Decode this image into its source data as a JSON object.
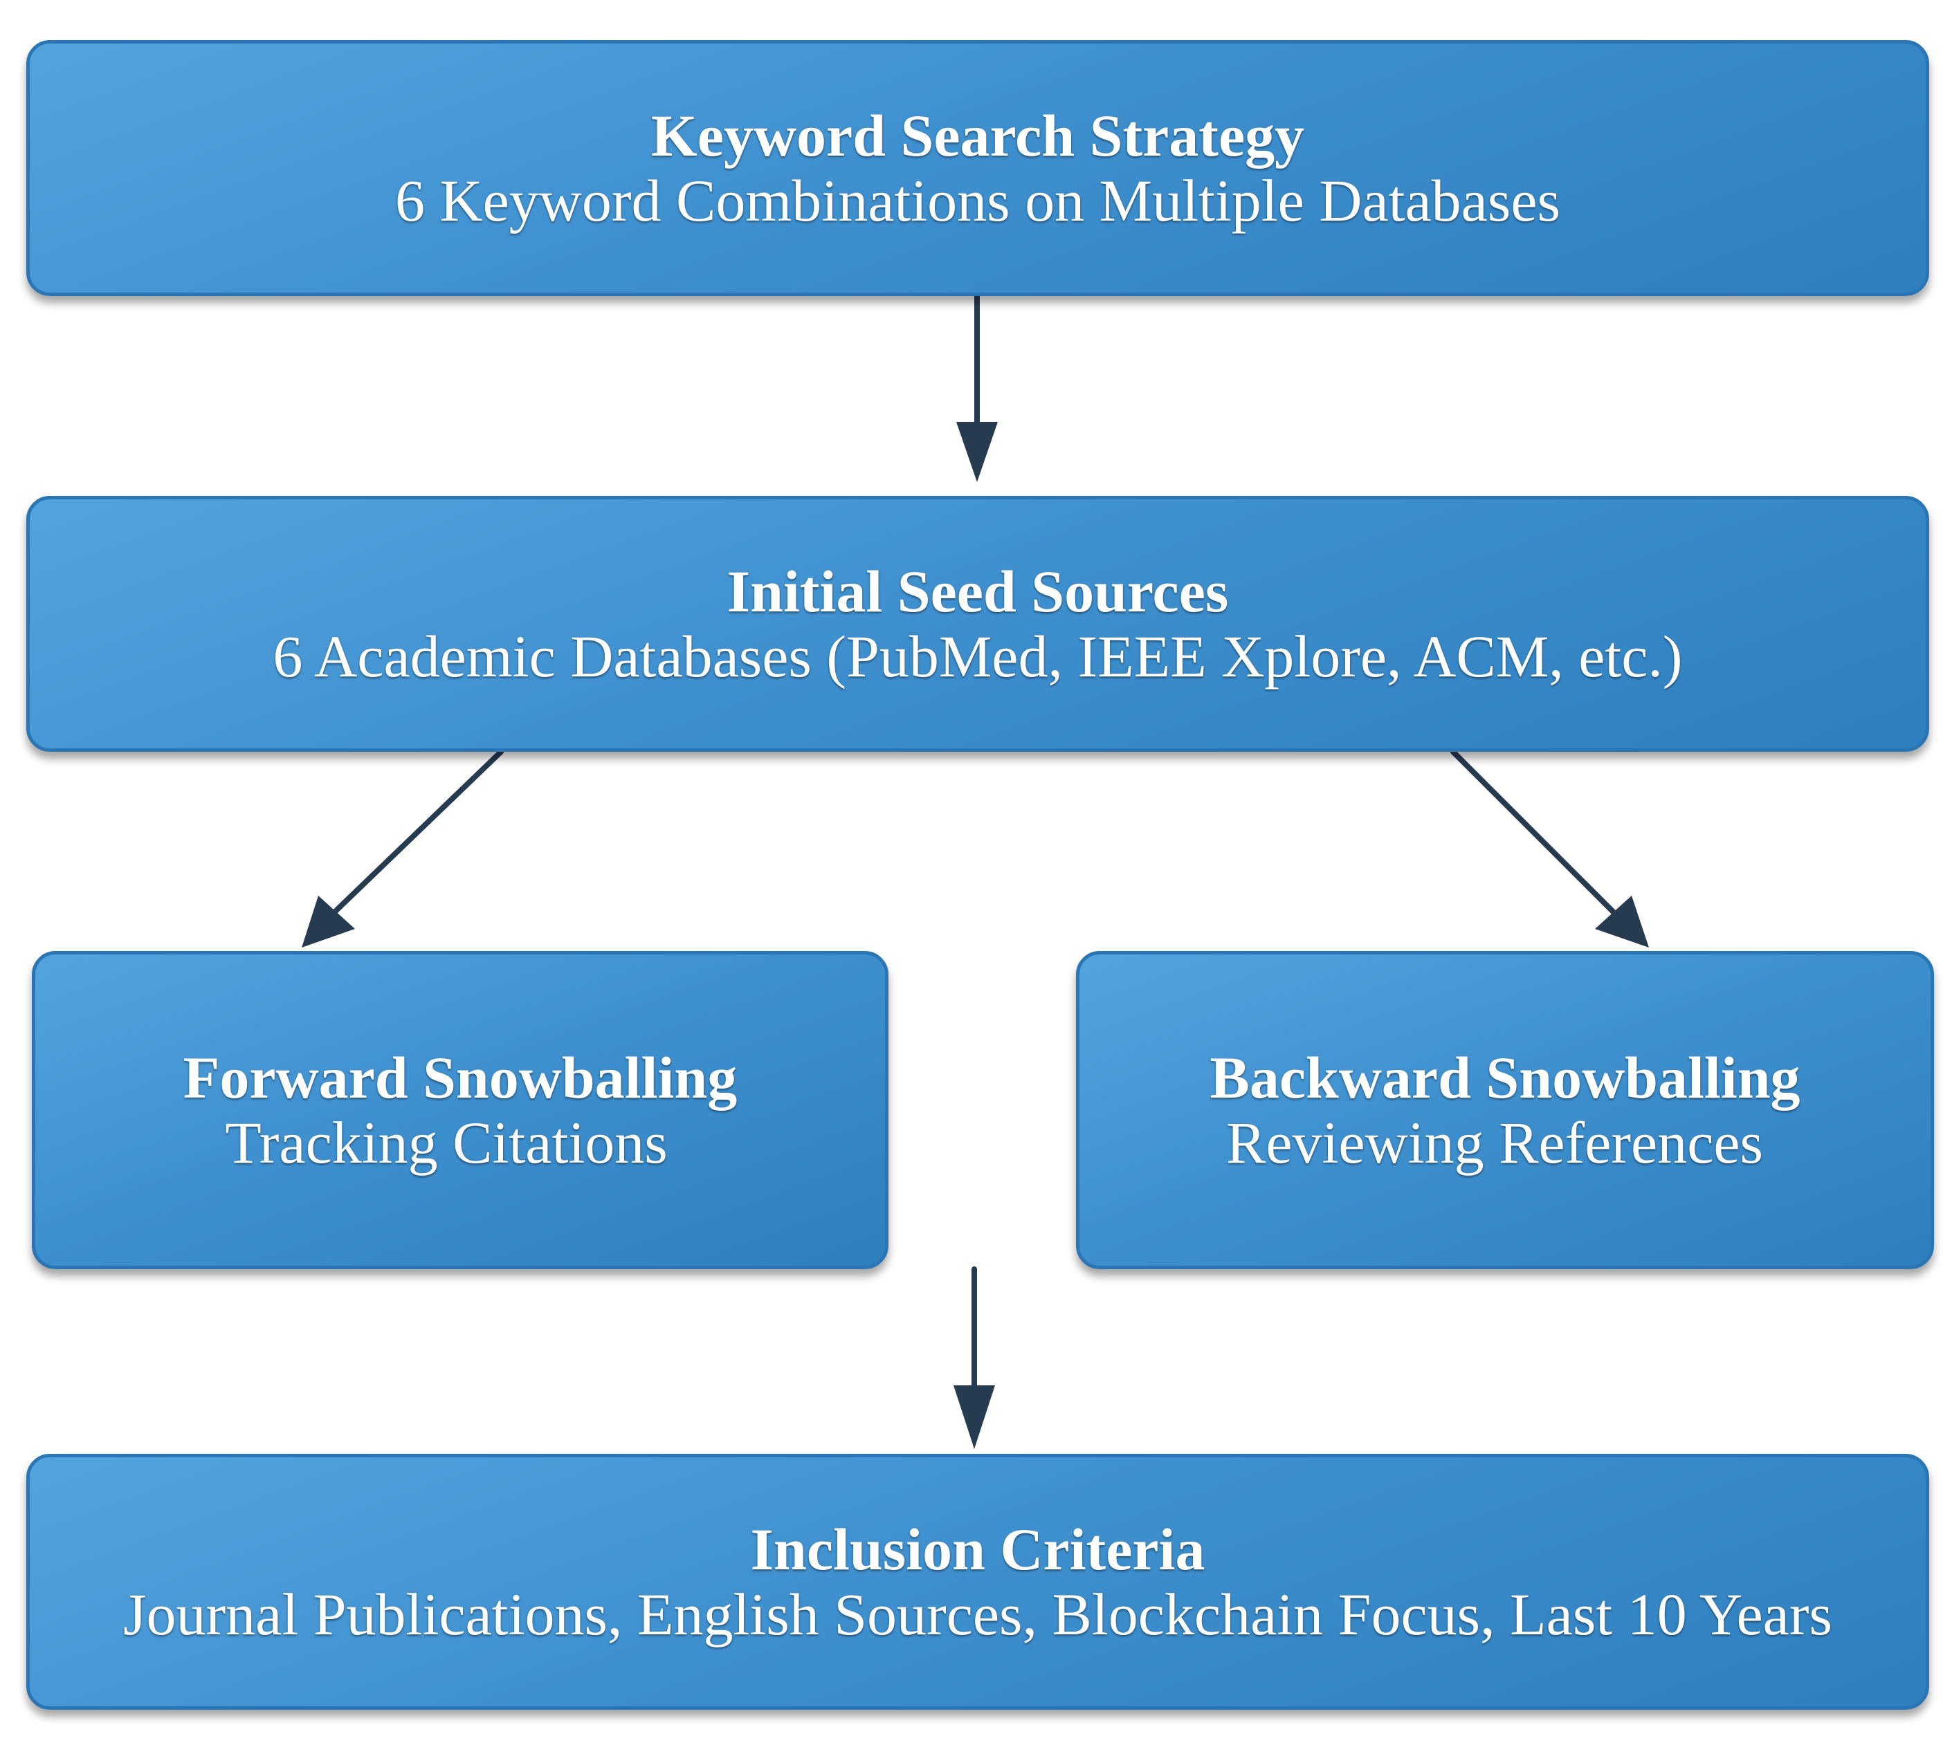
{
  "diagram": {
    "colors": {
      "node_fill": "#3f90cf",
      "node_border": "#2a76b4",
      "text": "#ffffff",
      "arrow": "#263a50"
    },
    "nodes": {
      "keyword": {
        "title": "Keyword Search Strategy",
        "subtitle": "6 Keyword Combinations on Multiple Databases"
      },
      "seed": {
        "title": "Initial Seed Sources",
        "subtitle": "6 Academic Databases (PubMed, IEEE Xplore, ACM, etc.)"
      },
      "forward": {
        "title": "Forward Snowballing",
        "subtitle": "Tracking Citations"
      },
      "backward": {
        "title": "Backward Snowballing",
        "subtitle": "Reviewing References"
      },
      "inclusion": {
        "title": "Inclusion Criteria",
        "subtitle": "Journal Publications, English Sources, Blockchain Focus, Last 10 Years"
      }
    },
    "edges": [
      {
        "from": "keyword",
        "to": "seed"
      },
      {
        "from": "seed",
        "to": "forward"
      },
      {
        "from": "seed",
        "to": "backward"
      },
      {
        "from": "forward-backward",
        "to": "inclusion"
      }
    ]
  }
}
